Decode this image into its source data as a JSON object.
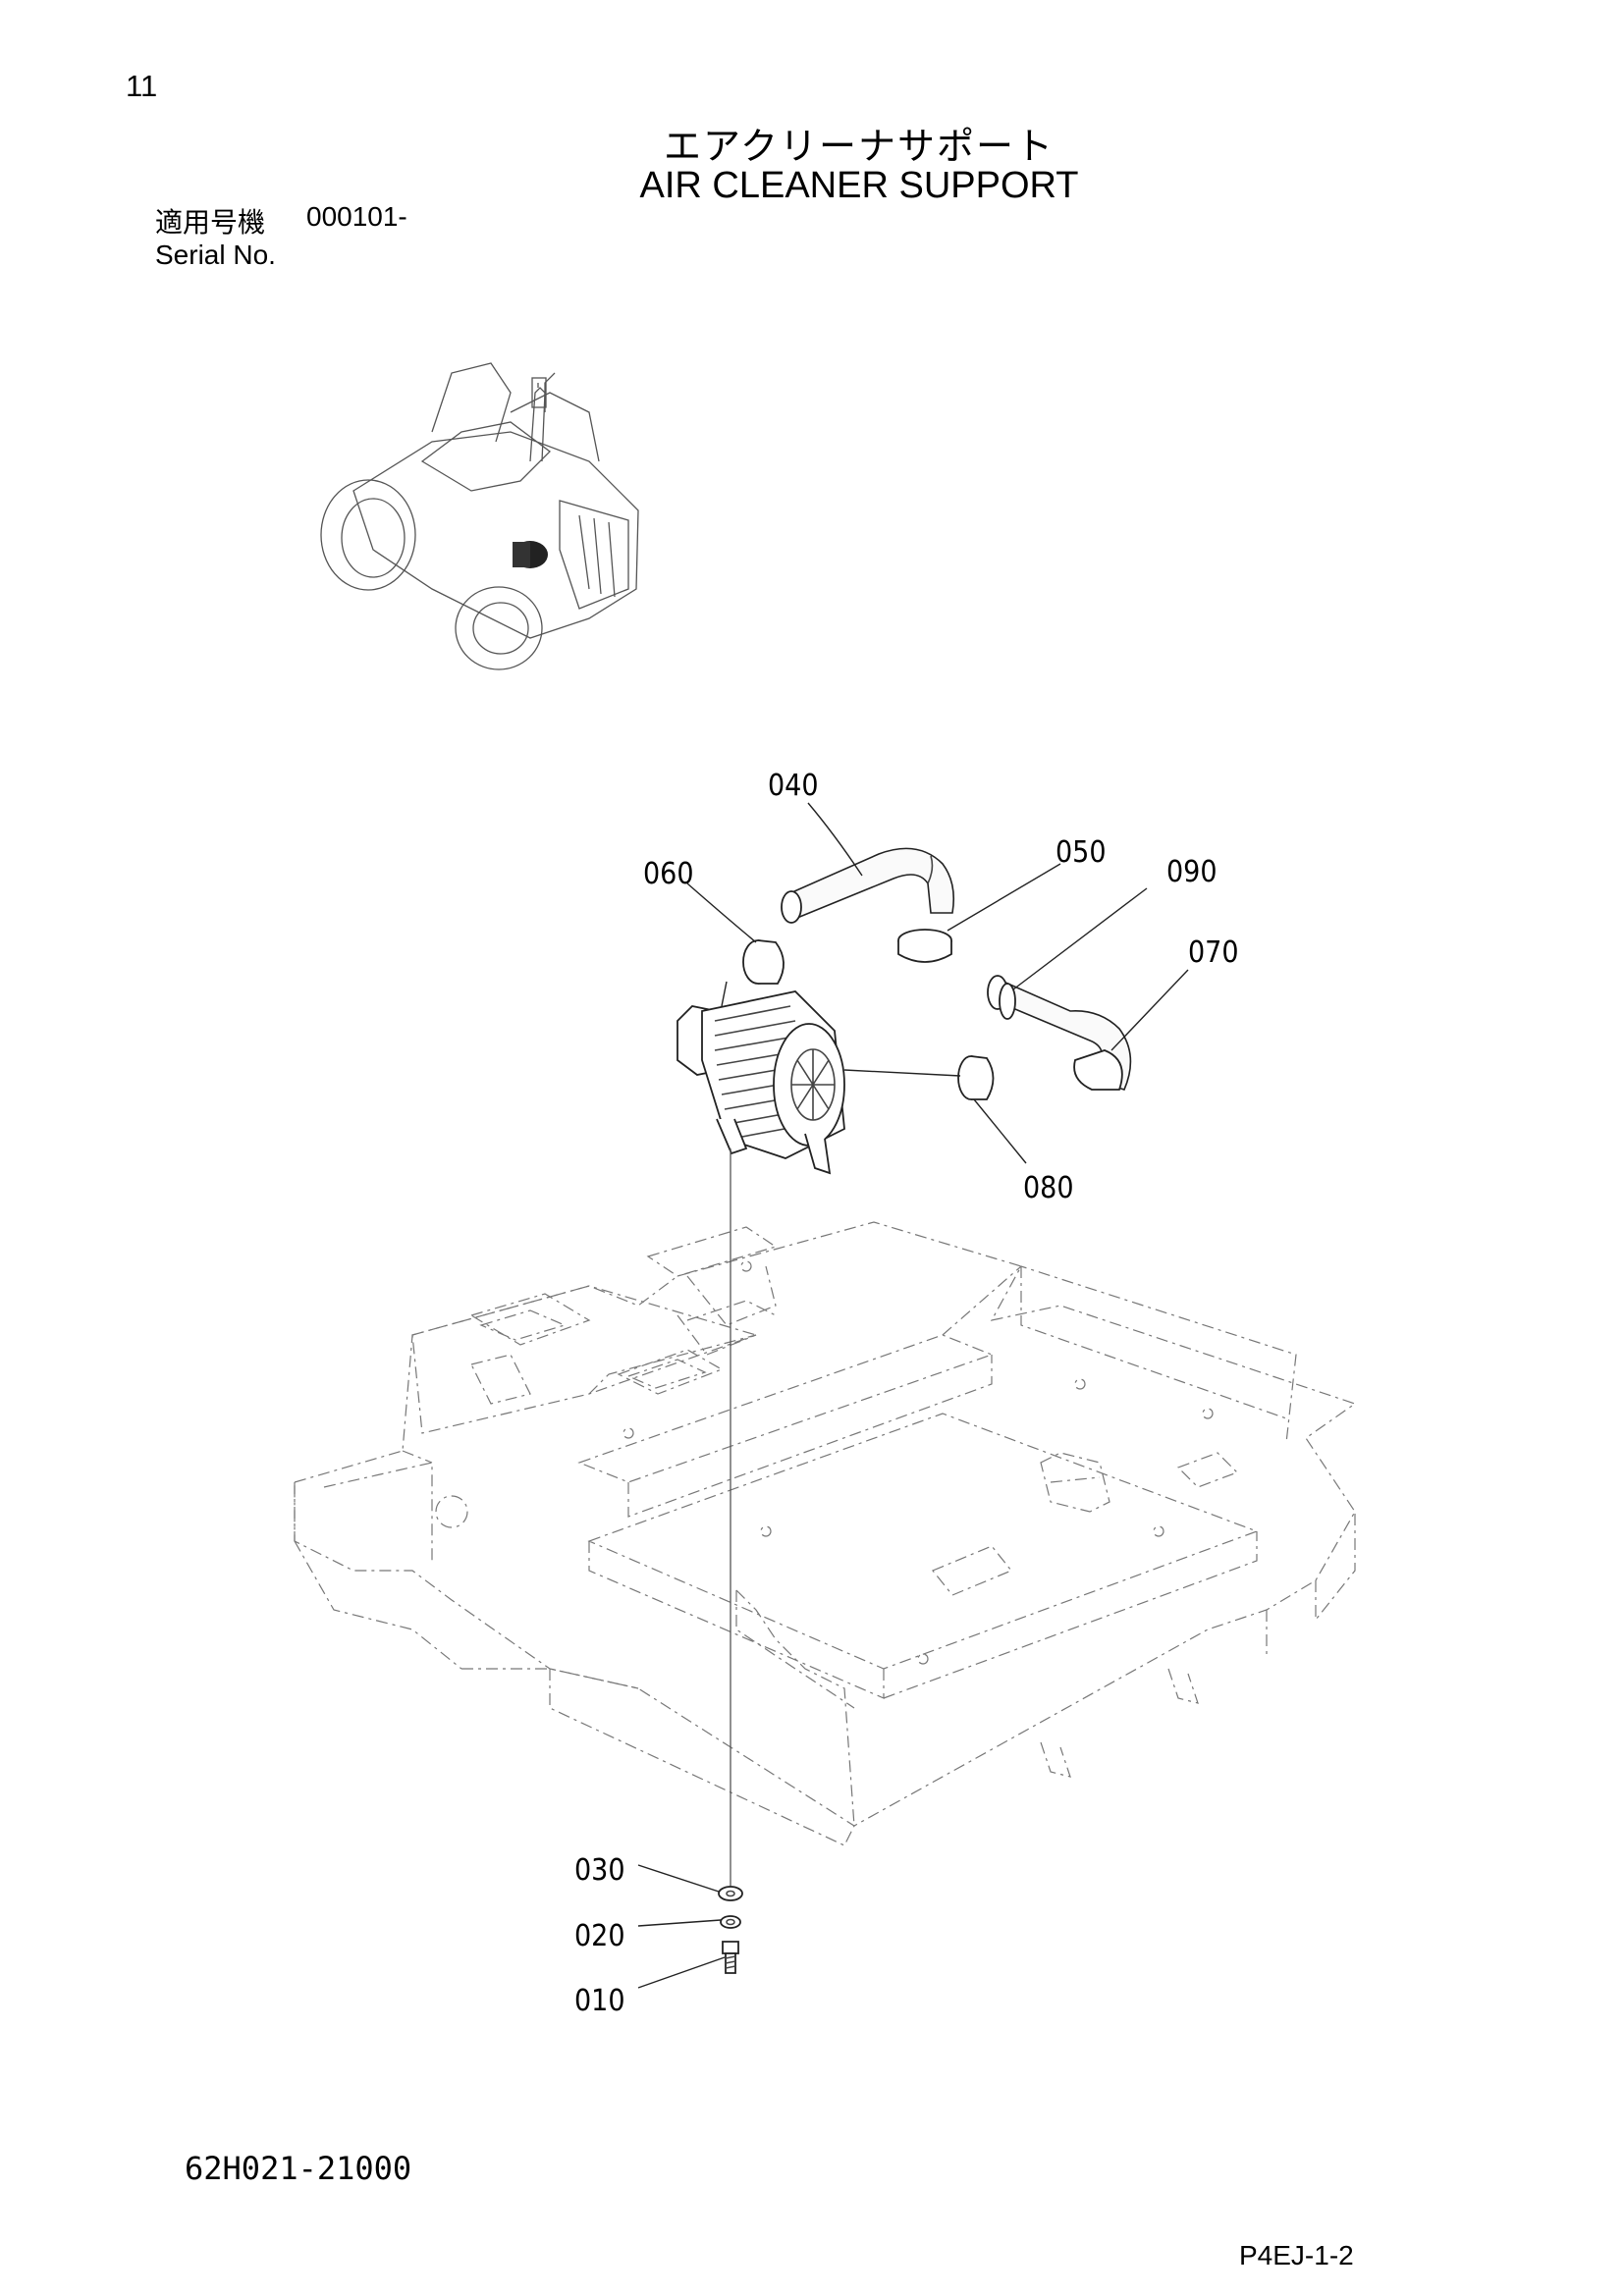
{
  "page": {
    "number": "11",
    "title_ja": "エアクリーナサポート",
    "title_en": "AIR CLEANER SUPPORT",
    "serial_label_ja": "適用号機",
    "serial_range": "000101-",
    "serial_label_en": "Serial No.",
    "drawing_number": "62H021-21000",
    "page_code": "P4EJ-1-2"
  },
  "callouts": [
    {
      "id": "040",
      "label": "040"
    },
    {
      "id": "060",
      "label": "060"
    },
    {
      "id": "050",
      "label": "050"
    },
    {
      "id": "090",
      "label": "090"
    },
    {
      "id": "070",
      "label": "070"
    },
    {
      "id": "080",
      "label": "080"
    },
    {
      "id": "030",
      "label": "030"
    },
    {
      "id": "020",
      "label": "020"
    },
    {
      "id": "010",
      "label": "010"
    }
  ]
}
